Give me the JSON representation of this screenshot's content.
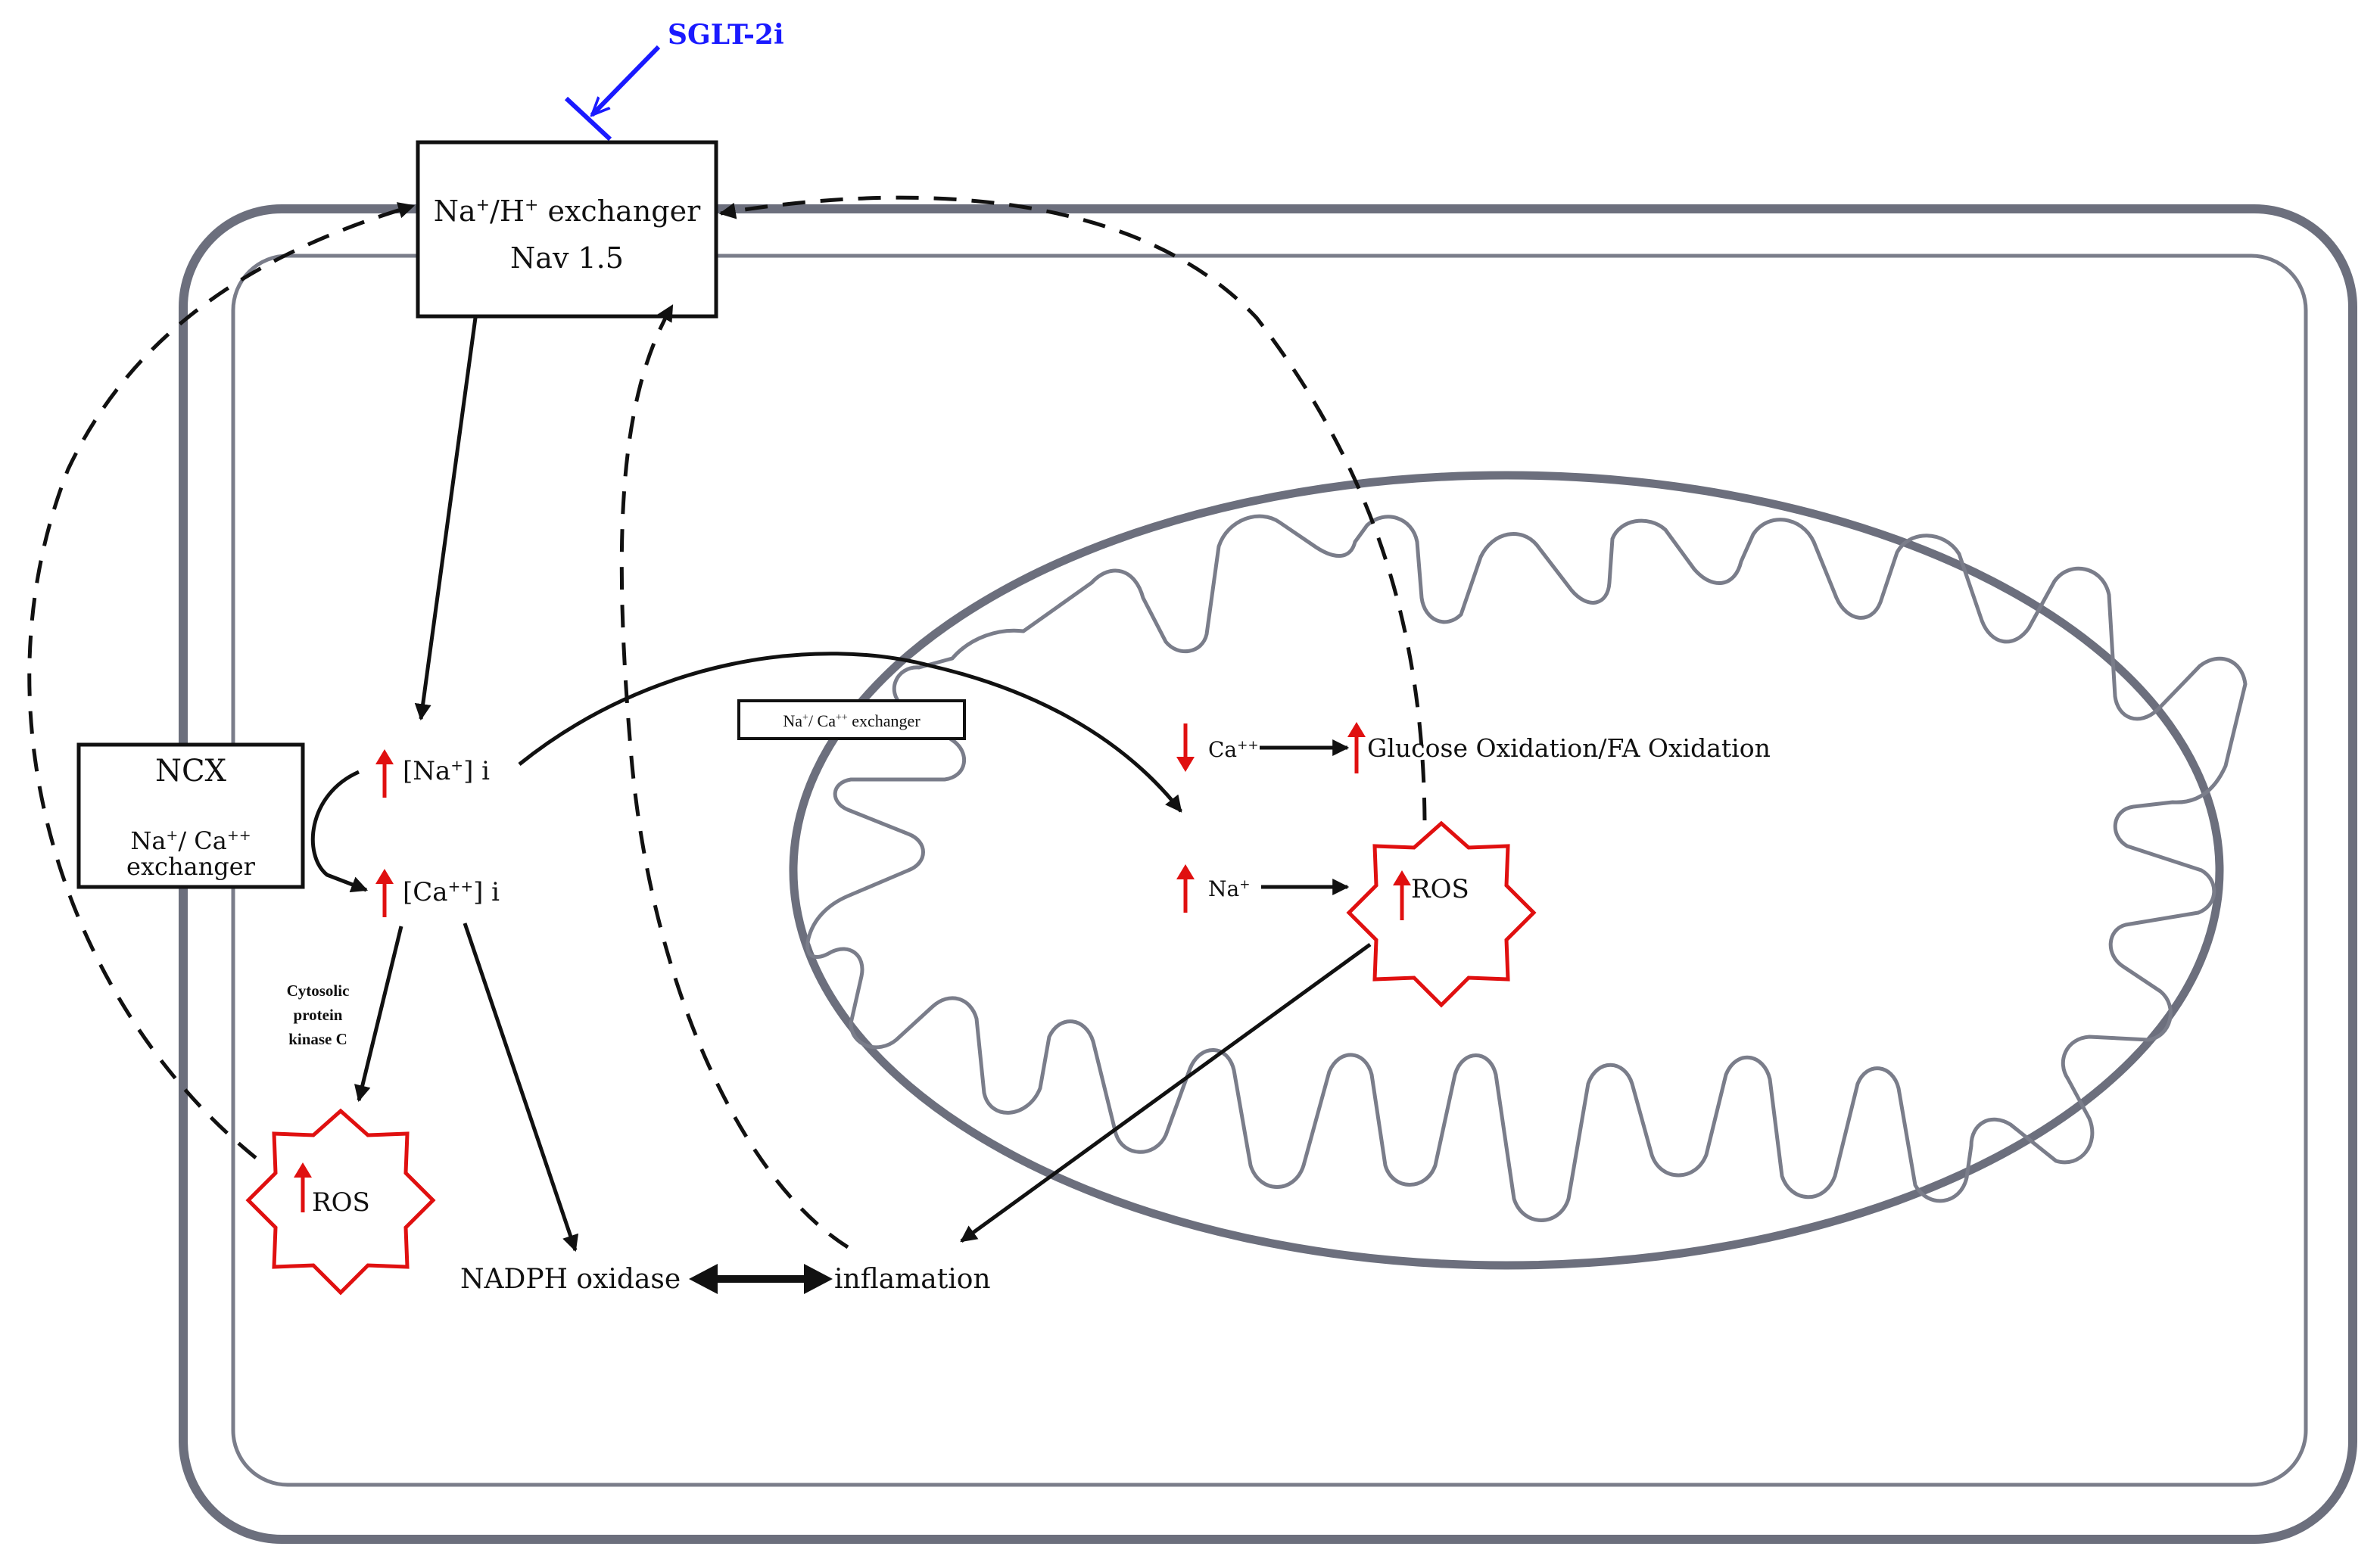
{
  "inhibitor": {
    "label": "SGLT-2i",
    "color": "#1a1aff"
  },
  "exchanger_box": {
    "line1_prefix": "Na",
    "line1_sup1": "+",
    "line1_mid": "/H",
    "line1_sup2": "+",
    "line1_suffix": " exchanger",
    "line2": "Nav 1.5"
  },
  "ncx_box": {
    "title": "NCX",
    "line1_prefix": "Na",
    "line1_sup1": "+",
    "line1_mid": "/ Ca",
    "line1_sup2": "++",
    "line2": "exchanger"
  },
  "cytosol": {
    "na_prefix": "[Na",
    "na_sup": "+",
    "na_suffix": "] i",
    "ca_prefix": "[Ca",
    "ca_sup": "++",
    "ca_suffix": "] i",
    "pkc_line1": "Cytosolic",
    "pkc_line2": "protein",
    "pkc_line3": "kinase C",
    "ros_label": "ROS",
    "nadph_label": "NADPH oxidase",
    "inflammation_label": "inflamation"
  },
  "mito_exchanger": {
    "prefix": "Na",
    "sup1": "+",
    "mid": "/ Ca",
    "sup2": "++",
    "suffix": " exchanger"
  },
  "mitochondria": {
    "ca_prefix": "Ca",
    "ca_sup": "++",
    "oxidation_label": "Glucose Oxidation/FA Oxidation",
    "na_prefix": "Na",
    "na_sup": "+",
    "ros_label": "ROS"
  },
  "colors": {
    "increase_arrow": "#e01010",
    "ros_star": "#e01010",
    "membrane": "#6c6f7d",
    "inner_membrane": "#7a7d8a",
    "text": "#111111"
  },
  "icons": {
    "increase": "red-up-arrow-icon",
    "decrease": "red-down-arrow-icon",
    "ros": "ros-star-icon",
    "inhibition": "inhibition-bar-icon"
  }
}
